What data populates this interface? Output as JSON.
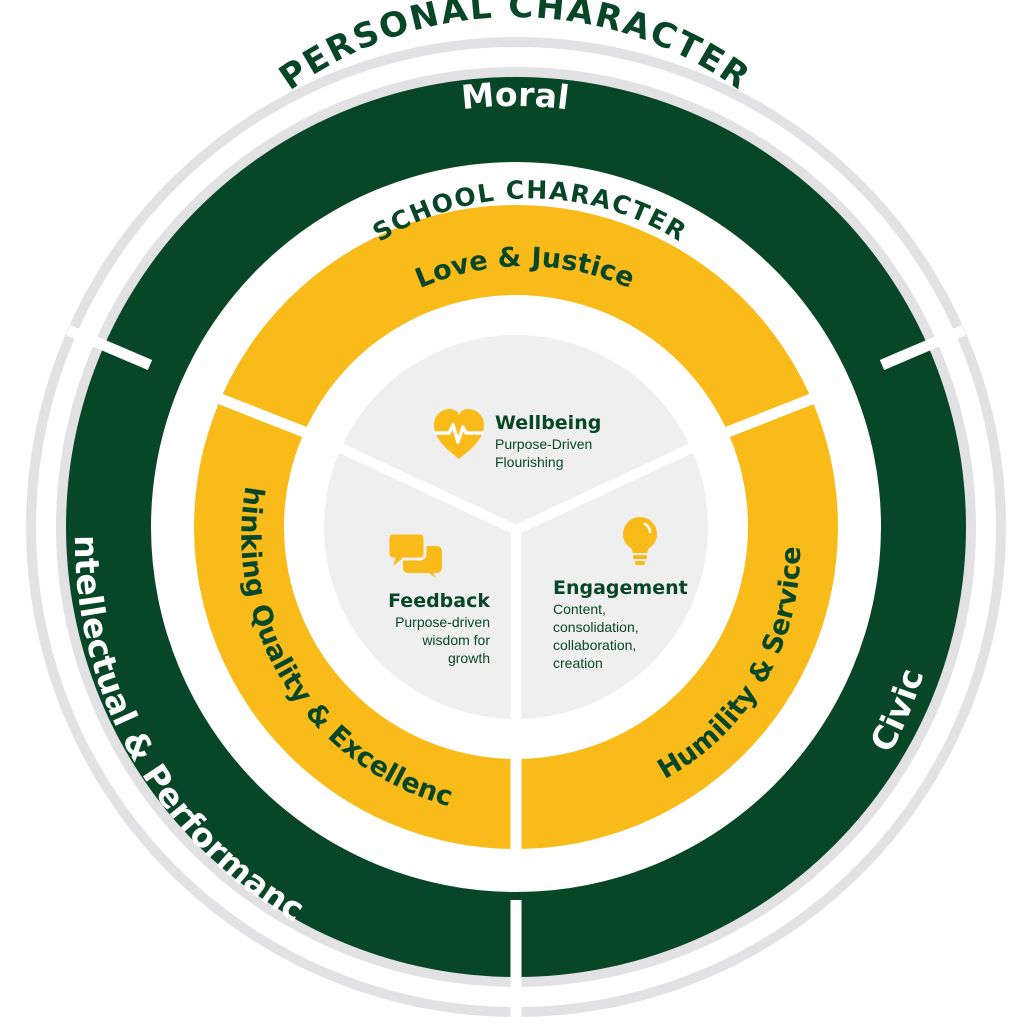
{
  "outer_ring": {
    "title": "PERSONAL CHARACTER",
    "segments": [
      "Moral",
      "Civic",
      "Intellectual & Performance"
    ]
  },
  "middle_ring": {
    "title": "SCHOOL CHARACTER",
    "segments": [
      "Love & Justice",
      "Humility & Service",
      "Thinking Quality & Excellence"
    ]
  },
  "center": {
    "wellbeing": {
      "title": "Wellbeing",
      "lines": [
        "Purpose-Driven",
        "Flourishing"
      ],
      "icon": "heart-pulse-icon"
    },
    "engagement": {
      "title": "Engagement",
      "lines": [
        "Content,",
        "consolidation,",
        "collaboration,",
        "creation"
      ],
      "icon": "lightbulb-icon"
    },
    "feedback": {
      "title": "Feedback",
      "lines": [
        "Purpose-driven",
        "wisdom for",
        "growth"
      ],
      "icon": "speech-bubbles-icon"
    }
  },
  "colors": {
    "dark_green": "#084628",
    "gold": "#f9bb1a",
    "light_gray": "#efeff0",
    "ring_gray": "#e2e2e4",
    "white": "#ffffff"
  }
}
